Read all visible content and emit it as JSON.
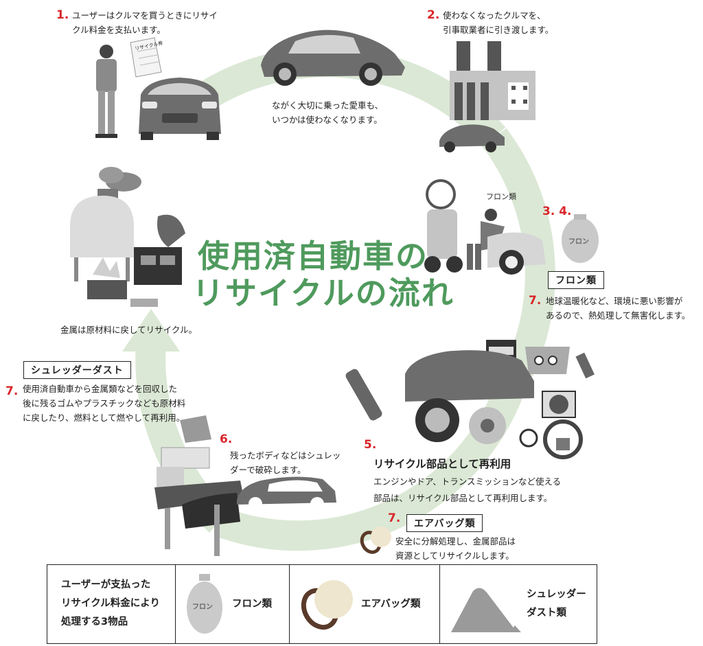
{
  "title_line1": "使用済自動車の",
  "title_line2": "リサイクルの流れ",
  "center_text_1": "ながく大切に乗った愛車も、",
  "center_text_2": "いつかは使わなくなります。",
  "steps": {
    "s1": {
      "num": "1.",
      "line1": "ユーザーはクルマを買うときにリサイ",
      "line2": "クル料金を支払います。",
      "paper": "リサイクル券"
    },
    "s2": {
      "num": "2.",
      "line1": "使わなくなったクルマを、",
      "line2": "引事取業者に引き渡します。"
    },
    "s34": {
      "num": "3. 4.",
      "flon_small": "フロン類",
      "tank": "フロン"
    },
    "flon": {
      "label": "フロン類",
      "num": "7.",
      "line1": "地球温暖化など、環境に悪い影響が",
      "line2": "あるので、熱処理して無害化します。"
    },
    "s5": {
      "num": "5.",
      "heading": "リサイクル部品として再利用",
      "line1": "エンジンやドア、トランスミッションなど使える",
      "line2": "部品は、リサイクル部品として再利用します。"
    },
    "airbag": {
      "num": "7.",
      "label": "エアバッグ類",
      "line1": "安全に分解処理し、金属部品は",
      "line2": "資源としてリサイクルします。"
    },
    "s6": {
      "num": "6.",
      "line1": "残ったボディなどはシュレッ",
      "line2": "ダーで破砕します。"
    },
    "dust": {
      "label": "シュレッダーダスト",
      "num": "7.",
      "line1": "使用済自動車から金属類などを回収した",
      "line2": "後に残るゴムやプラスチックなども原材料",
      "line3": "に戻したり、燃料として燃やして再利用。"
    },
    "metal": {
      "text": "金属は原材料に戻してリサイクル。"
    }
  },
  "table": {
    "intro_line1": "ユーザーが支払った",
    "intro_line2": "リサイクル料金により",
    "intro_line3": "処理する3物品",
    "item1": "フロン類",
    "item1_tank": "フロン",
    "item2": "エアバッグ類",
    "item3_line1": "シュレッダー",
    "item3_line2": "ダスト類"
  },
  "colors": {
    "title_green": "#4f9a5d",
    "arrow_green": "#dbe8d5",
    "number_red": "#d8262a",
    "illustration_gray": "#6d6d6d"
  }
}
